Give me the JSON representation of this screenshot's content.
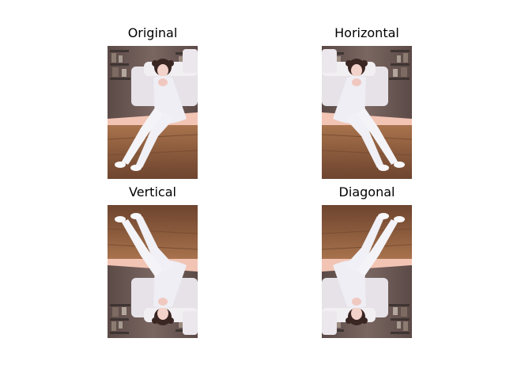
{
  "figure": {
    "panels": [
      {
        "title": "Original",
        "transform": "none"
      },
      {
        "title": "Horizontal",
        "transform": "flip-horizontal"
      },
      {
        "title": "Vertical",
        "transform": "flip-vertical"
      },
      {
        "title": "Diagonal",
        "transform": "flip-both"
      }
    ],
    "colors": {
      "floor": "#8a5a3c",
      "floor_light": "#b07a52",
      "wall": "#6e5a55",
      "shelf": "#3f3533",
      "couch": "#e8e4ea",
      "dress": "#eeeef4",
      "stockings": "#f2f2f6",
      "skin": "#f0c8c0",
      "hair": "#3a2622",
      "rug": "#f2c4b4"
    }
  }
}
